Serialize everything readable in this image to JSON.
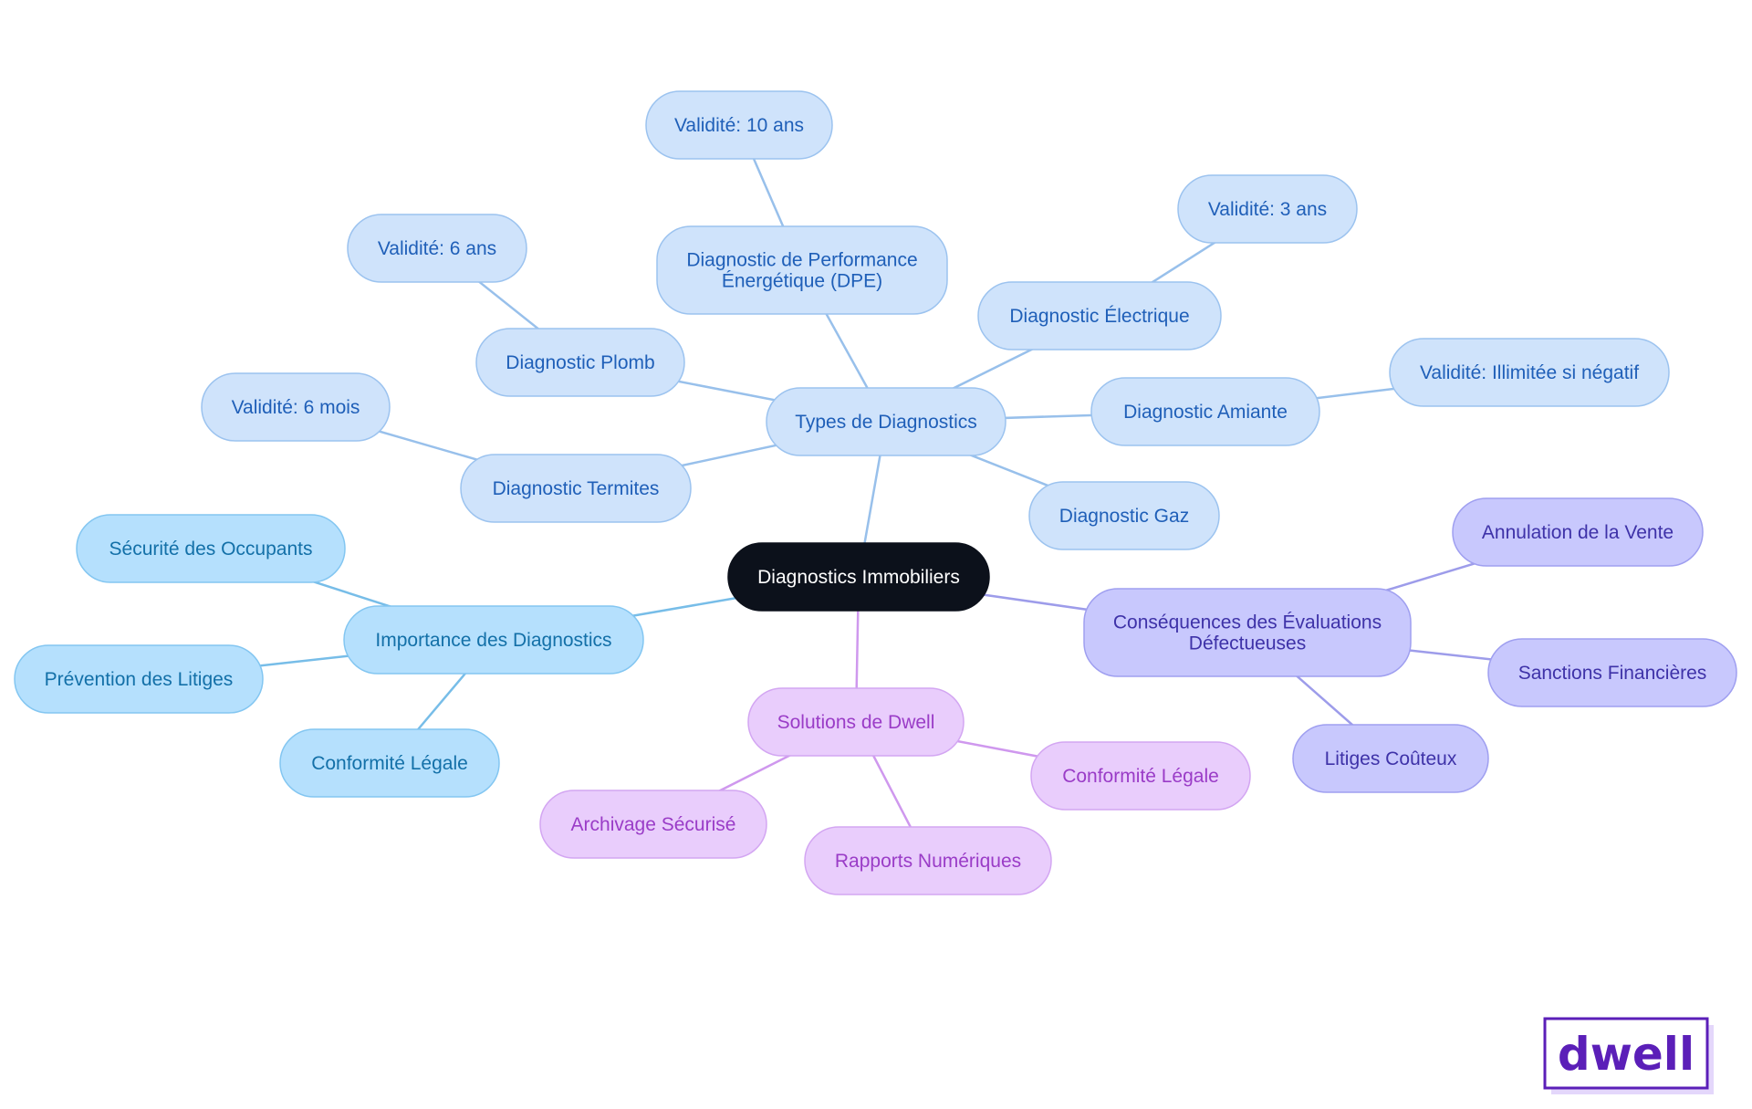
{
  "colors": {
    "root": {
      "fill": "#0c111b",
      "stroke": "#0c111b",
      "text": "#ffffff"
    },
    "types": {
      "fill": "#cfe3fb",
      "stroke": "#9cc3ef",
      "text": "#1f5fb8",
      "edge": "#98c0eb"
    },
    "importance": {
      "fill": "#b5e0fd",
      "stroke": "#83c6f1",
      "text": "#1370a8",
      "edge": "#77bde8"
    },
    "solutions": {
      "fill": "#e9cdfc",
      "stroke": "#d3a6f2",
      "text": "#9a3cc7",
      "edge": "#cf98ee"
    },
    "consequences": {
      "fill": "#c8c8fd",
      "stroke": "#9f9ff0",
      "text": "#3e32a8",
      "edge": "#9d9cea"
    },
    "logo": "#5b1fb8"
  },
  "diagram": {
    "root": {
      "label": "Diagnostics Immobiliers"
    },
    "branches": [
      {
        "id": "types",
        "label": "Types de Diagnostics",
        "children": [
          {
            "id": "dpe",
            "lines": [
              "Diagnostic de Performance",
              "Énergétique (DPE)"
            ],
            "detail": "Validité: 10 ans"
          },
          {
            "id": "plomb",
            "label": "Diagnostic Plomb",
            "detail": "Validité: 6 ans"
          },
          {
            "id": "termites",
            "label": "Diagnostic Termites",
            "detail": "Validité: 6 mois"
          },
          {
            "id": "electrique",
            "label": "Diagnostic Électrique",
            "detail": "Validité: 3 ans"
          },
          {
            "id": "amiante",
            "label": "Diagnostic Amiante",
            "detail": "Validité: Illimitée si négatif"
          },
          {
            "id": "gaz",
            "label": "Diagnostic Gaz"
          }
        ]
      },
      {
        "id": "importance",
        "label": "Importance des Diagnostics",
        "children": [
          {
            "id": "securite",
            "label": "Sécurité des Occupants"
          },
          {
            "id": "litiges",
            "label": "Prévention des Litiges"
          },
          {
            "id": "conformite",
            "label": "Conformité Légale"
          }
        ]
      },
      {
        "id": "solutions",
        "label": "Solutions de Dwell",
        "children": [
          {
            "id": "archivage",
            "label": "Archivage Sécurisé"
          },
          {
            "id": "rapports",
            "label": "Rapports Numériques"
          },
          {
            "id": "conformite2",
            "label": "Conformité Légale"
          }
        ]
      },
      {
        "id": "consequences",
        "lines": [
          "Conséquences des Évaluations",
          "Défectueuses"
        ],
        "children": [
          {
            "id": "annulation",
            "label": "Annulation de la Vente"
          },
          {
            "id": "sanctions",
            "label": "Sanctions Financières"
          },
          {
            "id": "couteux",
            "label": "Litiges Coûteux"
          }
        ]
      }
    ]
  },
  "logo": {
    "text": "dwell"
  }
}
